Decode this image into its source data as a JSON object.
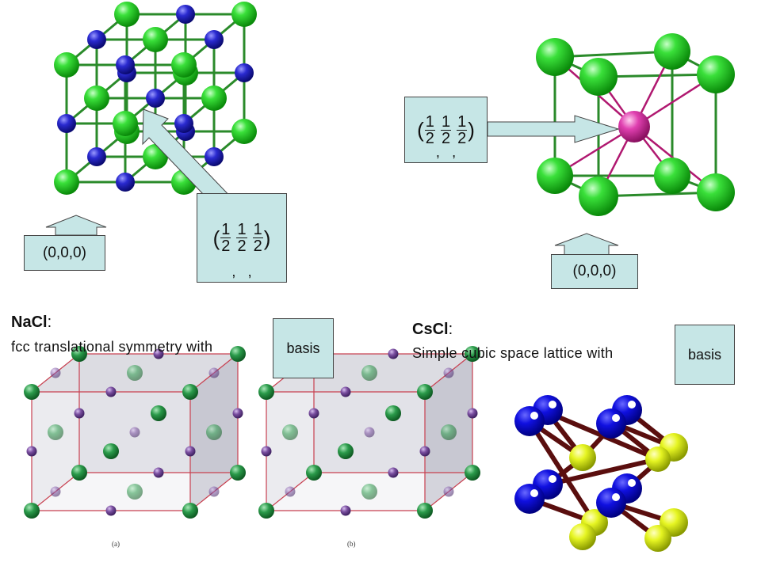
{
  "nacl": {
    "origin_label": "(0,0,0)",
    "half": {
      "open": "(",
      "close": ")",
      "num": "1",
      "den": "2",
      "sep": ","
    },
    "title": "NaCl",
    "colon": ":",
    "desc": "fcc translational symmetry with",
    "basis": "basis",
    "fig_a": "(a)",
    "fig_b": "(b)"
  },
  "cscl": {
    "origin_label": "(0,0,0)",
    "half": {
      "open": "(",
      "close": ")",
      "num": "1",
      "den": "2",
      "sep": ","
    },
    "title": "CsCl",
    "colon": ":",
    "desc": "Simple cubic space lattice with",
    "basis": "basis"
  },
  "colors": {
    "box_fill": "#c6e6e6",
    "cl_green": "#22cc22",
    "na_blue": "#1a1aaa",
    "cs_pink": "#dd44aa",
    "purple": "#7a4fa0",
    "yellow": "#ddf020",
    "bond_red": "#6a1010"
  }
}
